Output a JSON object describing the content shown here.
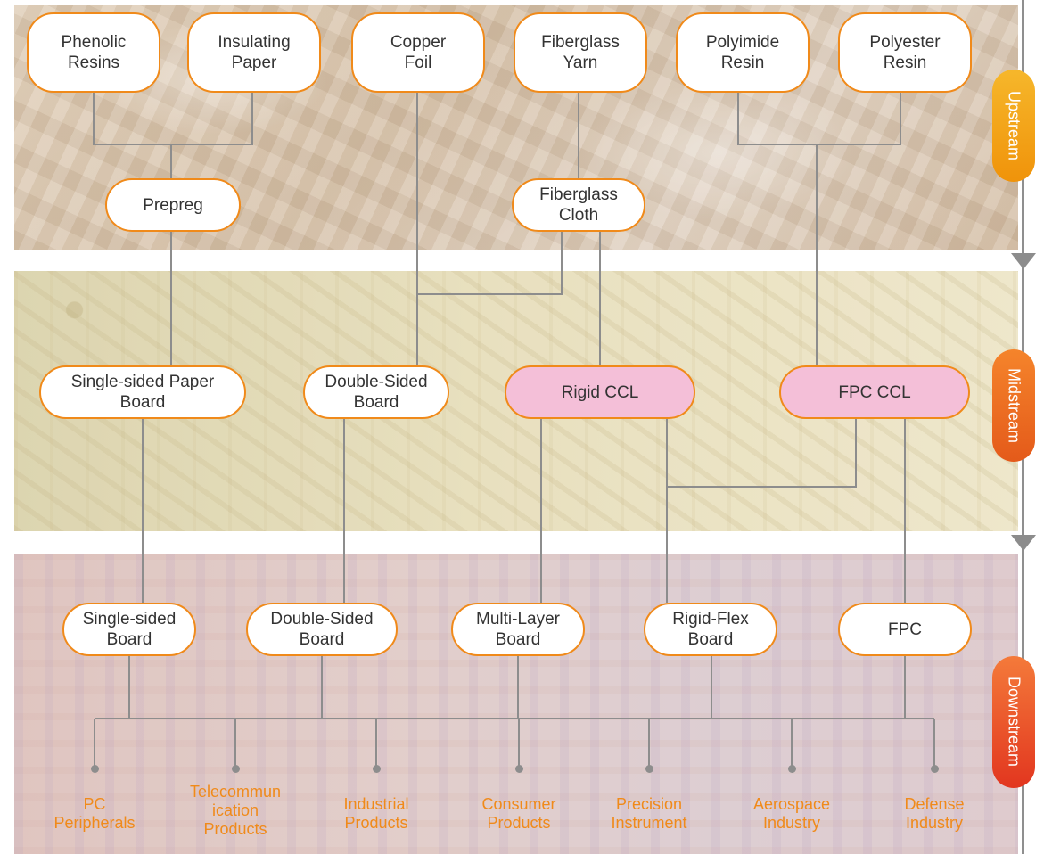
{
  "stages": {
    "upstream": "Upstream",
    "midstream": "Midstream",
    "downstream": "Downstream"
  },
  "nodes": {
    "phenolic_resins": [
      "Phenolic",
      "Resins"
    ],
    "insulating_paper": [
      "Insulating",
      "Paper"
    ],
    "copper_foil": [
      "Copper",
      "Foil"
    ],
    "fiberglass_yarn": [
      "Fiberglass",
      "Yarn"
    ],
    "polyimide_resin": [
      "Polyimide",
      "Resin"
    ],
    "polyester_resin": [
      "Polyester",
      "Resin"
    ],
    "prepreg": [
      "Prepreg"
    ],
    "fiberglass_cloth": [
      "Fiberglass",
      "Cloth"
    ],
    "single_sided_paper_board": [
      "Single-sided Paper",
      "Board"
    ],
    "double_sided_board_mid": [
      "Double-Sided",
      "Board"
    ],
    "rigid_ccl": [
      "Rigid CCL"
    ],
    "fpc_ccl": [
      "FPC CCL"
    ],
    "single_sided_board": [
      "Single-sided",
      "Board"
    ],
    "double_sided_board": [
      "Double-Sided",
      "Board"
    ],
    "multi_layer_board": [
      "Multi-Layer",
      "Board"
    ],
    "rigid_flex_board": [
      "Rigid-Flex",
      "Board"
    ],
    "fpc": [
      "FPC"
    ]
  },
  "applications": [
    [
      "PC",
      "Peripherals"
    ],
    [
      "Telecommun",
      "ication",
      "Products"
    ],
    [
      "Industrial",
      "Products"
    ],
    [
      "Consumer",
      "Products"
    ],
    [
      "Precision",
      "Instrument"
    ],
    [
      "Aerospace",
      "Industry"
    ],
    [
      "Defense",
      "Industry"
    ]
  ],
  "colors": {
    "node_border": "#f08a1a",
    "highlight_fill": "#f4bfd8",
    "connector": "#8d8d8d",
    "application_text": "#f08a1a",
    "upstream_pill": "#f0930a",
    "midstream_pill": "#e45a1a",
    "downstream_pill": "#e2361f"
  }
}
